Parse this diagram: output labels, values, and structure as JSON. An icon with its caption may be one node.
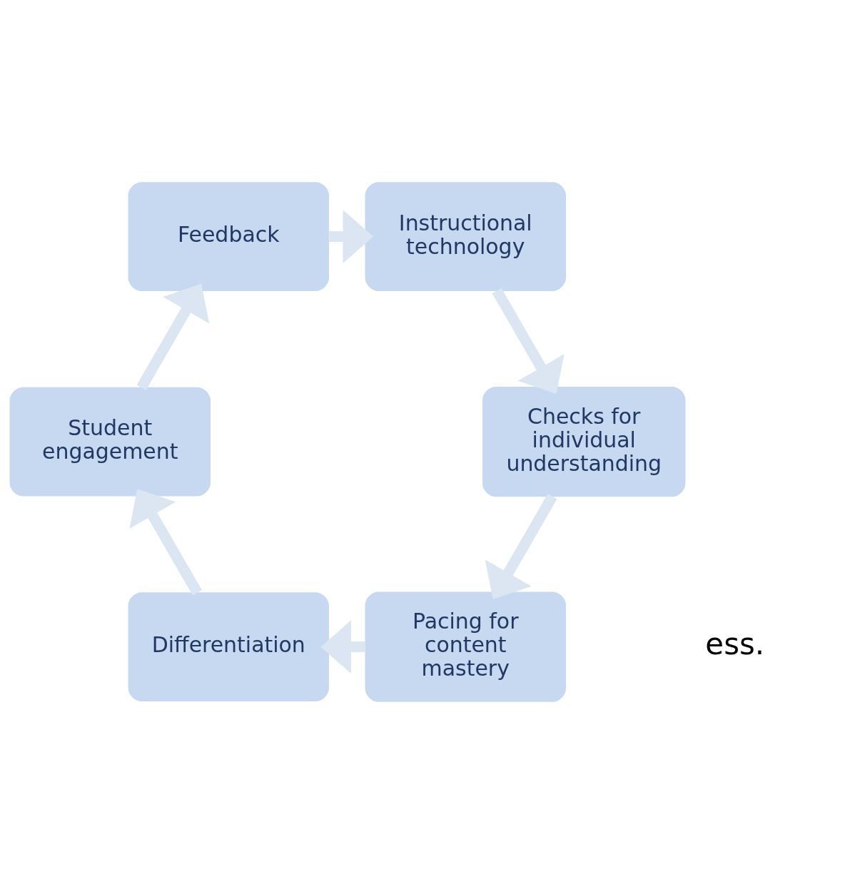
{
  "diagram": {
    "nodes": [
      {
        "text": [
          "Pacing for content mastery"
        ]
      },
      {
        "text": [
          "Differentiation"
        ]
      },
      {
        "text": [
          "Student engagement"
        ]
      },
      {
        "text": [
          "Feedback"
        ]
      },
      {
        "text": [
          "Instructional technology"
        ]
      },
      {
        "text": [
          "Checks for individual understanding"
        ]
      }
    ],
    "edges": [
      {
        "from": 0,
        "to": 1,
        "arrow": "to"
      },
      {
        "from": 1,
        "to": 2,
        "arrow": "to"
      },
      {
        "from": 2,
        "to": 3,
        "arrow": "to"
      },
      {
        "from": 3,
        "to": 4,
        "arrow": "to"
      },
      {
        "from": 4,
        "to": 5,
        "arrow": "to"
      },
      {
        "from": 5,
        "to": 0,
        "arrow": "to"
      }
    ],
    "labels": [
      "ess."
    ]
  }
}
